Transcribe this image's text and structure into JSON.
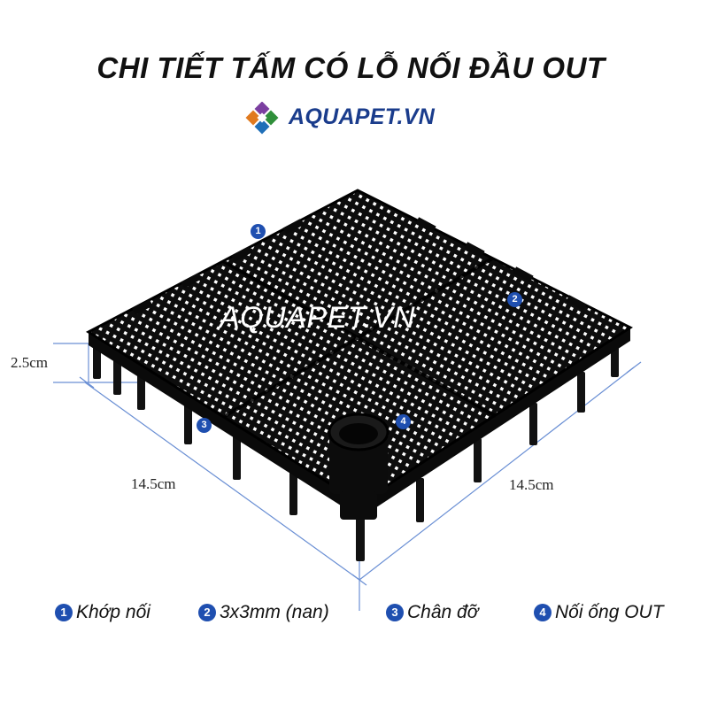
{
  "title": "CHI TIẾT TẤM CÓ LỖ NỐI ĐẦU OUT",
  "brand": {
    "name": "AQUAPET.VN",
    "logo_icon": "diamond-cluster-logo"
  },
  "watermark": "AQUAPET.VN",
  "dimensions": {
    "height": "2.5cm",
    "left_width": "14.5cm",
    "right_width": "14.5cm"
  },
  "callouts": [
    "1",
    "2",
    "3",
    "4"
  ],
  "legend": [
    {
      "number": "1",
      "label": "Khớp nối"
    },
    {
      "number": "2",
      "label": "3x3mm (nan)"
    },
    {
      "number": "3",
      "label": "Chân đỡ"
    },
    {
      "number": "4",
      "label": "Nối ống OUT"
    }
  ],
  "colors": {
    "badge": "#1f4fb0",
    "dimension_line": "#6a8fd4",
    "panel": "#111111"
  }
}
